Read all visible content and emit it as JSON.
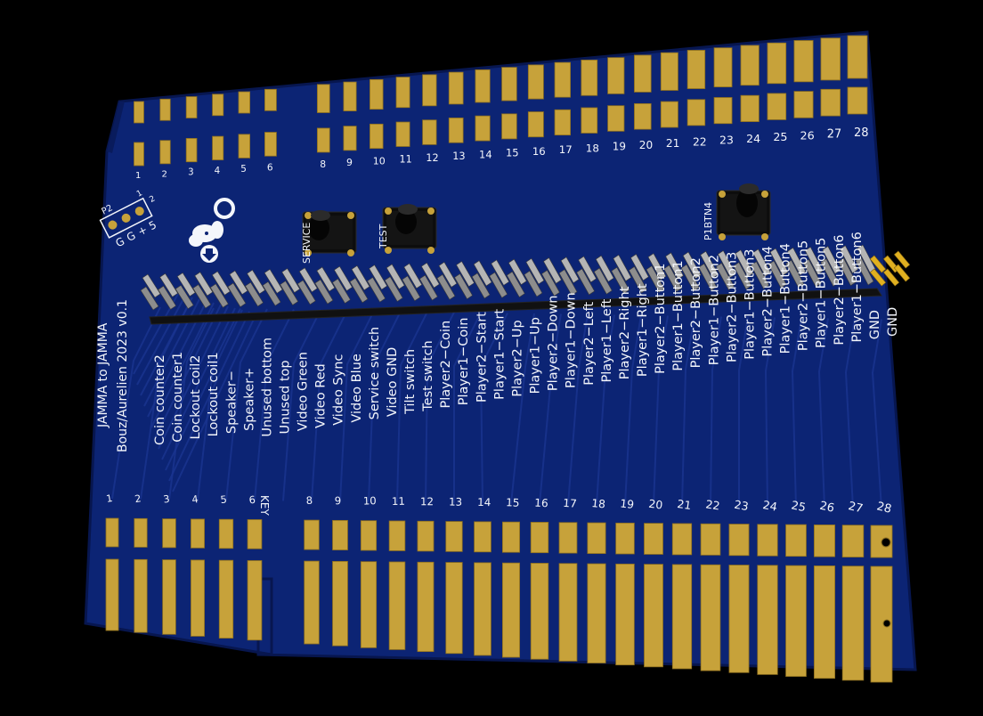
{
  "board": {
    "title": "JAMMA to JAMMA",
    "credit": "Bouz/Aurelien 2023 v0.1",
    "key_label": "KEY",
    "colors": {
      "background": "#000000",
      "pcb": "#0c2474",
      "pcb_edge": "#07164f",
      "trace": "#1a3590",
      "gold": "#c7a23a",
      "gold_dark": "#8c6e1f",
      "silkscreen": "#f4f6fb"
    }
  },
  "top_edge_numbers": [
    "1",
    "2",
    "3",
    "4",
    "5",
    "6",
    "8",
    "9",
    "10",
    "11",
    "12",
    "13",
    "14",
    "15",
    "16",
    "17",
    "18",
    "19",
    "20",
    "21",
    "22",
    "23",
    "24",
    "25",
    "26",
    "27",
    "28"
  ],
  "bottom_edge_numbers": [
    "1",
    "2",
    "3",
    "4",
    "5",
    "6",
    "8",
    "9",
    "10",
    "11",
    "12",
    "13",
    "14",
    "15",
    "16",
    "17",
    "18",
    "19",
    "20",
    "21",
    "22",
    "23",
    "24",
    "25",
    "26",
    "27",
    "28"
  ],
  "signal_labels": [
    "Coin counter2",
    "Coin counter1",
    "Lockout coil2",
    "Lockout coil1",
    "Speaker−",
    "Speaker+",
    "Unused bottom",
    "Unused top",
    "Video Green",
    "Video Red",
    "Video Sync",
    "Video Blue",
    "Service switch",
    "Video GND",
    "Tilt switch",
    "Test switch",
    "Player2−Coin",
    "Player1−Coin",
    "Player2−Start",
    "Player1−Start",
    "Player2−Up",
    "Player1−Up",
    "Player2−Down",
    "Player1−Down",
    "Player2−Left",
    "Player1−Left",
    "Player2−Right",
    "Player1−Right",
    "Player2−Button1",
    "Player1−Button1",
    "Player2−Button2",
    "Player1−Button2",
    "Player2−Button3",
    "Player1−Button3",
    "Player2−Button4",
    "Player1−Button4",
    "Player2−Button5",
    "Player1−Button5",
    "Player2−Button6",
    "Player1−Button6",
    "GND",
    "GND"
  ],
  "buttons": [
    {
      "label": "SERVICE",
      "icon": "tactile-switch-icon"
    },
    {
      "label": "TEST",
      "icon": "tactile-switch-icon"
    },
    {
      "label": "P1BTN4",
      "icon": "tactile-switch-icon"
    }
  ],
  "p2_connector": {
    "ref": "P2",
    "pin_labels": [
      "G",
      "G",
      "+",
      "5"
    ],
    "pin_numbers": [
      "1",
      "2"
    ]
  },
  "logos": [
    "open-hardware-icon",
    "rabbit-logo-icon",
    "arrow-down-icon"
  ]
}
